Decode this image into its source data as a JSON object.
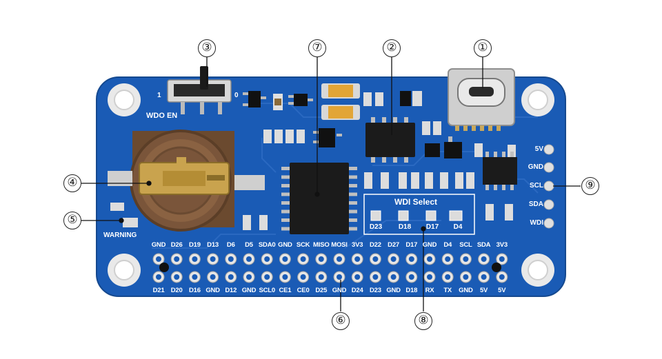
{
  "board": {
    "switch_on": "1",
    "switch_off": "0",
    "switch_label": "WDO EN",
    "warning_label": "WARNING",
    "wdi_select_title": "WDI Select",
    "wdi_options": [
      "D23",
      "D18",
      "D17",
      "D4"
    ],
    "side_pins": [
      "5V",
      "GND",
      "SCL",
      "SDA",
      "WDI"
    ],
    "top_pins": [
      "GND",
      "D26",
      "D19",
      "D13",
      "D6",
      "D5",
      "SDA0",
      "GND",
      "SCK",
      "MISO",
      "MOSI",
      "3V3",
      "D22",
      "D27",
      "D17",
      "GND",
      "D4",
      "SCL",
      "SDA",
      "3V3"
    ],
    "bottom_pins": [
      "D21",
      "D20",
      "D16",
      "GND",
      "D12",
      "GND",
      "SCL0",
      "CE1",
      "CE0",
      "D25",
      "GND",
      "D24",
      "D23",
      "GND",
      "D18",
      "RX",
      "TX",
      "GND",
      "5V",
      "5V"
    ]
  },
  "callouts": [
    "①",
    "②",
    "③",
    "④",
    "⑤",
    "⑥",
    "⑦",
    "⑧",
    "⑨"
  ],
  "colors": {
    "pcb": "#1a5bb5",
    "pcb_edge": "#164f9e",
    "trace": "#2f6dc4",
    "copper": "#d4b16a",
    "chip": "#1b1b1b",
    "silk": "#ffffff"
  }
}
